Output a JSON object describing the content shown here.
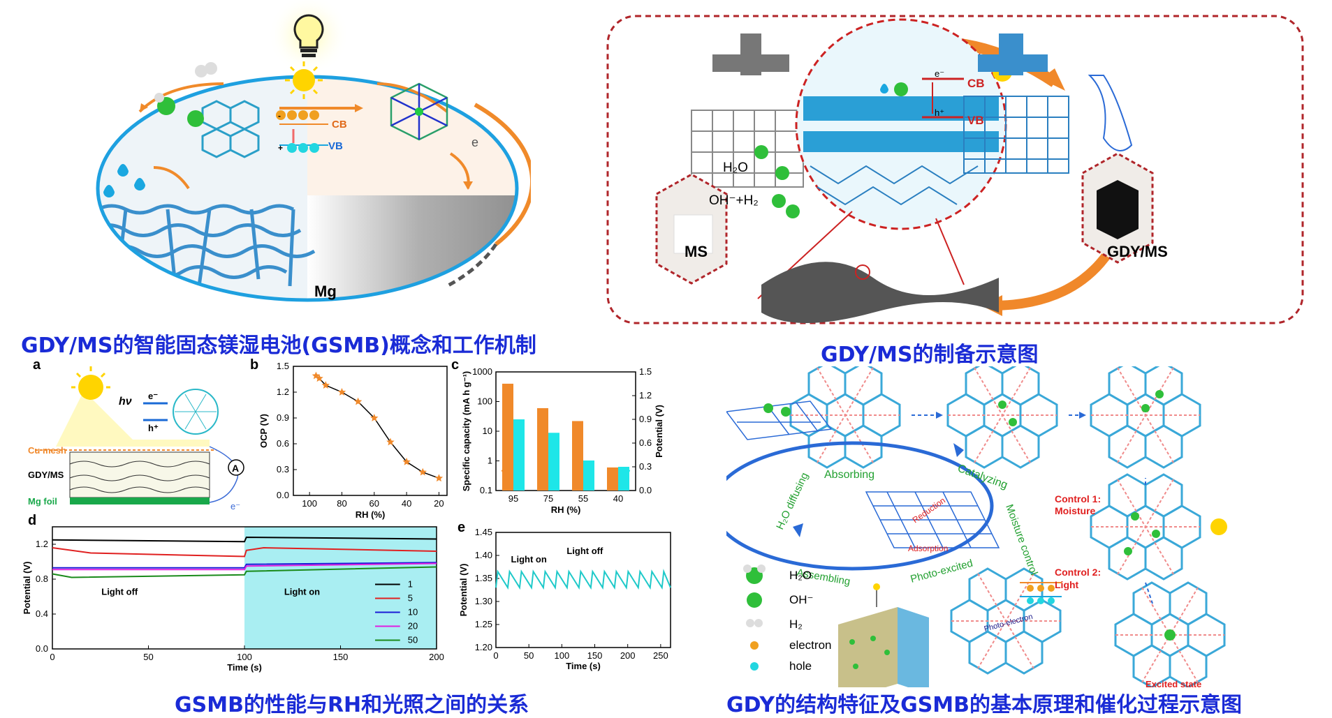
{
  "captions": {
    "top_left": "GDY/MS的智能固态镁湿电池(GSMB)概念和工作机制",
    "top_right": "GDY/MS的制备示意图",
    "bottom_left": "GSMB的性能与RH和光照之间的关系",
    "bottom_right": "GDY的结构特征及GSMB的基本原理和催化过程示意图"
  },
  "concept": {
    "cb": "CB",
    "vb": "VB",
    "electron": "e",
    "mg": "Mg",
    "minus": "-",
    "plus": "+"
  },
  "prep": {
    "ms": "MS",
    "gdy_ms": "GDY/MS",
    "h2o": "H₂O",
    "oh_h2": "OH⁻+H₂",
    "cb": "CB",
    "vb": "VB",
    "e": "e⁻",
    "h": "h⁺"
  },
  "panel_a": {
    "letter": "a",
    "hv": "hν",
    "e": "e⁻",
    "h": "h⁺",
    "cu_mesh": "Cu mesh",
    "gdy_ms": "GDY/MS",
    "mg_foil": "Mg foil",
    "ammeter": "A",
    "e_bottom": "e⁻"
  },
  "panel_b": {
    "letter": "b"
  },
  "panel_c": {
    "letter": "c"
  },
  "panel_d": {
    "letter": "d"
  },
  "panel_e": {
    "letter": "e"
  },
  "chart_data": [
    {
      "type": "line",
      "panel": "b",
      "xlabel": "RH (%)",
      "ylabel": "OCP (V)",
      "x": [
        96,
        94,
        90,
        80,
        70,
        60,
        50,
        40,
        30,
        20
      ],
      "values": [
        1.39,
        1.36,
        1.28,
        1.2,
        1.09,
        0.9,
        0.62,
        0.39,
        0.27,
        0.2
      ],
      "xlim": [
        110,
        15
      ],
      "ylim": [
        0.0,
        1.5
      ],
      "xticks": [
        "100",
        "80",
        "60",
        "40",
        "20"
      ],
      "xtick_values": [
        100,
        80,
        60,
        40,
        20
      ],
      "yticks": [
        "0.0",
        "0.3",
        "0.6",
        "0.9",
        "1.2",
        "1.5"
      ],
      "ytick_values": [
        0,
        0.3,
        0.6,
        0.9,
        1.2,
        1.5
      ],
      "marker_color": "#f0892a"
    },
    {
      "type": "bar",
      "panel": "c",
      "xlabel": "RH (%)",
      "ylabel_left": "Specific capacity (mA h g⁻¹)",
      "ylabel_right": "Potential (V)",
      "categories": [
        "95",
        "75",
        "55",
        "40"
      ],
      "series": [
        {
          "values": [
            400,
            60,
            22,
            0.6
          ],
          "color": "#f0892a",
          "axis": "left-log"
        },
        {
          "values": [
            0.9,
            0.73,
            0.38,
            0.3
          ],
          "color": "#1ee6e8",
          "axis": "right"
        }
      ],
      "ylim_left": [
        0.1,
        1000
      ],
      "yticks_left": [
        "0.1",
        "1",
        "10",
        "100",
        "1000"
      ],
      "ylim_right": [
        0.0,
        1.5
      ],
      "yticks_right": [
        "0.0",
        "0.3",
        "0.6",
        "0.9",
        "1.2",
        "1.5"
      ]
    },
    {
      "type": "line",
      "panel": "d",
      "xlabel": "Time (s)",
      "ylabel": "Potential (V)",
      "xlim": [
        0,
        200
      ],
      "ylim": [
        0.0,
        1.4
      ],
      "xticks": [
        "0",
        "50",
        "100",
        "150",
        "200"
      ],
      "yticks": [
        "0.0",
        "0.4",
        "0.8",
        "1.2"
      ],
      "annotations": [
        "Light off",
        "Light on"
      ],
      "light_on_start": 100,
      "light_on_color": "#a9eef2",
      "series": [
        {
          "name": "1",
          "color": "#000000",
          "x": [
            0,
            100,
            101,
            200
          ],
          "values": [
            1.25,
            1.23,
            1.28,
            1.26
          ]
        },
        {
          "name": "5",
          "color": "#e02020",
          "x": [
            0,
            20,
            100,
            101,
            110,
            200
          ],
          "values": [
            1.16,
            1.1,
            1.06,
            1.13,
            1.16,
            1.12
          ]
        },
        {
          "name": "10",
          "color": "#1a1ad6",
          "x": [
            0,
            100,
            101,
            200
          ],
          "values": [
            0.93,
            0.93,
            0.97,
            0.99
          ]
        },
        {
          "name": "20",
          "color": "#e020e0",
          "x": [
            0,
            100,
            101,
            200
          ],
          "values": [
            0.91,
            0.91,
            0.95,
            0.98
          ]
        },
        {
          "name": "50",
          "color": "#1a8a1a",
          "x": [
            0,
            10,
            100,
            101,
            200
          ],
          "values": [
            0.86,
            0.82,
            0.85,
            0.89,
            0.94
          ]
        }
      ]
    },
    {
      "type": "line",
      "panel": "e",
      "xlabel": "Time (s)",
      "ylabel": "Potential (V)",
      "xlim": [
        0,
        265
      ],
      "ylim": [
        1.2,
        1.45
      ],
      "xticks": [
        "0",
        "50",
        "100",
        "150",
        "200",
        "250"
      ],
      "yticks": [
        "1.20",
        "1.25",
        "1.30",
        "1.35",
        "1.40",
        "1.45"
      ],
      "annotations": [
        "Light on",
        "Light off"
      ],
      "series": [
        {
          "color": "#1ec9c9",
          "period": 18,
          "low": 1.33,
          "high": 1.365
        }
      ]
    }
  ],
  "scheme": {
    "control1_line1": "Control 1:",
    "control1_line2": "Moisture",
    "control2_line1": "Control 2:",
    "control2_line2": "Light",
    "absorbing": "Absorbing",
    "catalyzing": "Catalyzing",
    "h2o_diffusing": "H₂O diffusing",
    "moisture_control": "Moisture control",
    "assembling": "Assembling",
    "photo_excited": "Photo-excited",
    "reduction": "Reduction",
    "adsorption": "Adsorption",
    "photo_electron": "Photo-electron",
    "excited_state": "Excited state",
    "legend": [
      {
        "label": "H₂O"
      },
      {
        "label": "OH⁻"
      },
      {
        "label": "H₂"
      },
      {
        "label": "electron"
      },
      {
        "label": "hole"
      }
    ]
  }
}
